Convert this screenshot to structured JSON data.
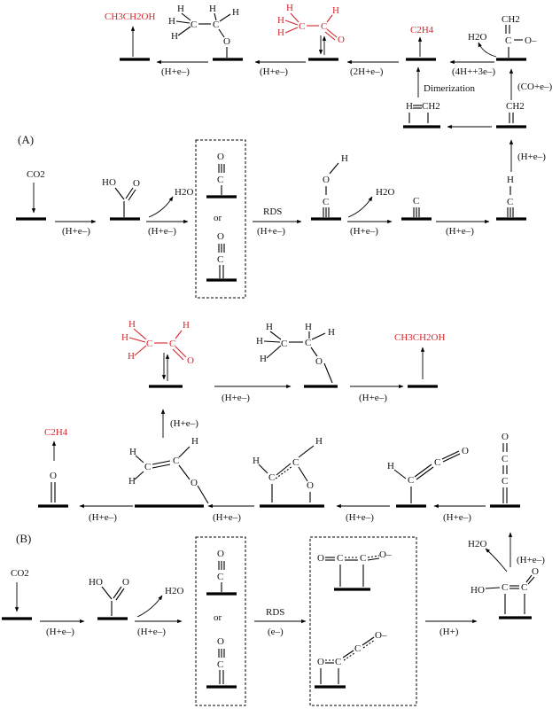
{
  "colors": {
    "product": "#d4252b",
    "ink": "#111111"
  },
  "labels": {
    "sectionA": "(A)",
    "sectionB": "(B)",
    "co2": "CO2",
    "h2o": "H2O",
    "c2h4": "C2H4",
    "ch3ch2oh": "CH3CH2OH",
    "he": "(H+e–)",
    "he2": "(2H+e–)",
    "h3e4": "(4H++3e–)",
    "coe": "(CO+e–)",
    "dimerization": "Dimerization",
    "rds": "RDS",
    "or": "or",
    "eminus": "(e–)",
    "hplus": "(H+)",
    "atomH": "H",
    "atomC": "C",
    "atomO": "O",
    "atomHO": "HO",
    "atomOminus": "O–",
    "atomCH2": "CH2"
  }
}
